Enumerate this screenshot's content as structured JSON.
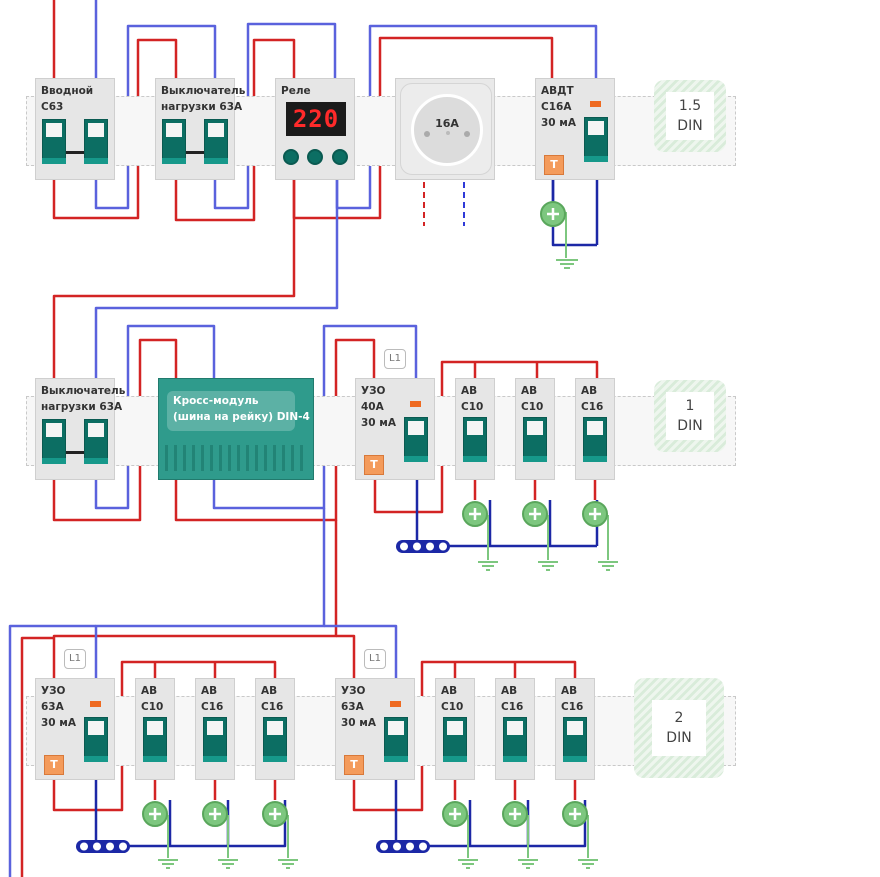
{
  "colors": {
    "phase": "#d32424",
    "neutral": "#2f3ad8",
    "neutral_light": "#6a6ee0",
    "ground": "#7dc77f",
    "module": "#e6e6e6",
    "switch": "#0c6e63"
  },
  "row1": {
    "intro": "Вводной С63",
    "load_switch": "Выключатель\nнагрузки 63А",
    "relay": {
      "label": "Реле",
      "display": "220"
    },
    "socket": {
      "label": "16A"
    },
    "avdt": {
      "label": "АВДТ\nС16А\n30 мА",
      "test": "T"
    },
    "din": "1.5\nDIN"
  },
  "row2": {
    "load_switch": "Выключатель\nнагрузки 63А",
    "cross_module": "Кросс-модуль\n(шина на рейку) DIN-4",
    "rcd": {
      "label": "УЗО\n40А\n30 мА",
      "tag": "L1",
      "test": "T"
    },
    "breakers": [
      "АВ\nС10",
      "АВ\nС10",
      "АВ\nС16"
    ],
    "din": "1\nDIN"
  },
  "row3": {
    "rcd_a": {
      "label": "УЗО\n63А\n30 мА",
      "tag": "L1",
      "test": "T"
    },
    "breakers_a": [
      "АВ\nС10",
      "АВ\nС16",
      "АВ\nС16"
    ],
    "rcd_b": {
      "label": "УЗО\n63А\n30 мА",
      "tag": "L1",
      "test": "T"
    },
    "breakers_b": [
      "АВ\nС10",
      "АВ\nС16",
      "АВ\nС16"
    ],
    "din": "2\nDIN"
  }
}
